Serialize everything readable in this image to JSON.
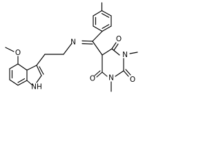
{
  "figure": {
    "type": "chemical-structure",
    "atom_labels": {
      "n_imine": "N",
      "o_c4": "O",
      "o_c2": "O",
      "o_c6": "O",
      "n1": "N",
      "n3": "N",
      "o_methoxy": "O",
      "nh_indole": "NH"
    }
  }
}
